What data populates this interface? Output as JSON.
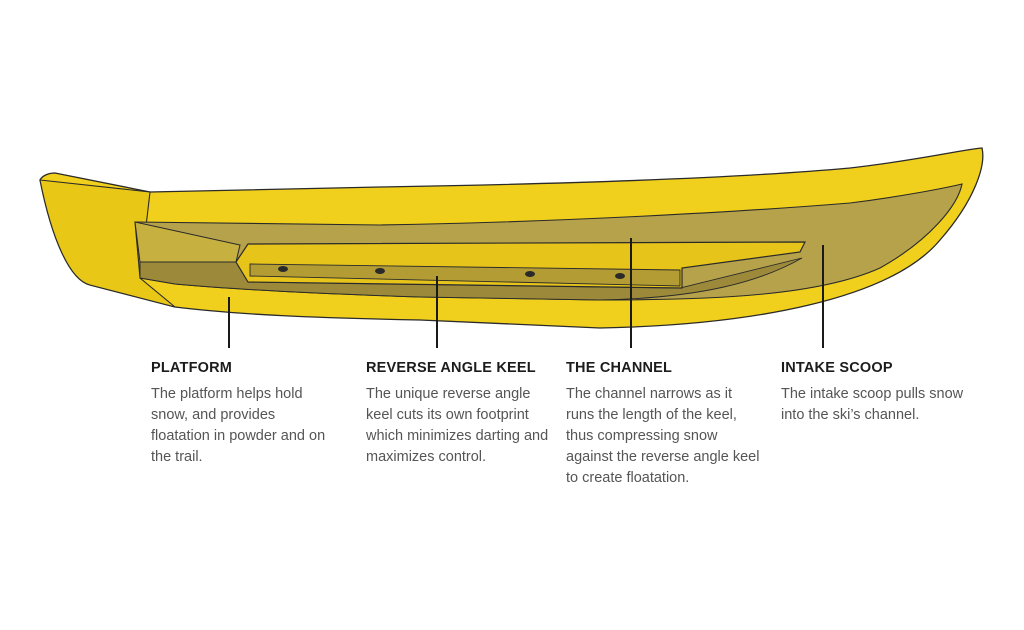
{
  "colors": {
    "ski_yellow": "#f0d01c",
    "ski_side": "#e9c717",
    "channel": "#b6a24a",
    "channel_dark": "#9c8a3a",
    "outline": "#2a2a2a",
    "leader": "#1a1a1a",
    "heading": "#1c1c1c",
    "body_text": "#555555"
  },
  "callouts": {
    "platform": {
      "title": "PLATFORM",
      "text": "The platform helps hold snow, and provides floatation in powder and on the trail."
    },
    "keel": {
      "title": "REVERSE ANGLE KEEL",
      "text": "The unique reverse angle keel cuts its own footprint which minimizes darting and maximizes control."
    },
    "channel": {
      "title": "THE CHANNEL",
      "text": "The channel narrows as it runs the length of the keel, thus compressing snow against the reverse angle keel to create floatation."
    },
    "scoop": {
      "title": "INTAKE SCOOP",
      "text": "The intake scoop pulls snow into the ski’s channel."
    }
  }
}
